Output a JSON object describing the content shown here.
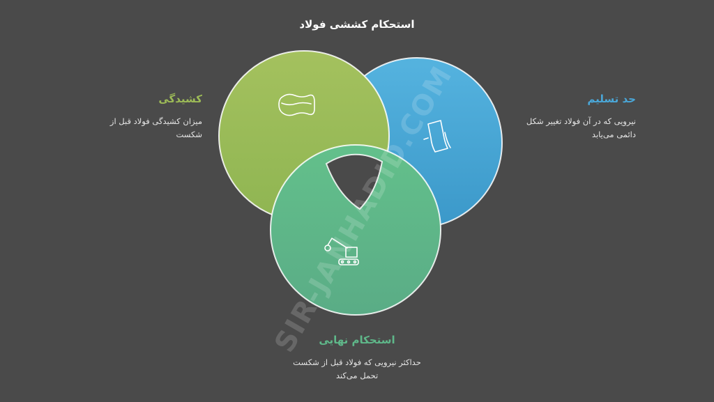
{
  "title": "استحکام کششی فولاد",
  "colors": {
    "background": "#4a4a4a",
    "elongation": "#9dbb57",
    "yield": "#4aa7d8",
    "ultimate": "#5fb88a"
  },
  "sections": {
    "elongation": {
      "heading": "کشیدگی",
      "text": "میزان کشیدگی فولاد قبل از شکست",
      "icon": "stretch-icon"
    },
    "yield": {
      "heading": "حد تسلیم",
      "text": "نیرویی که در آن فولاد تغییر شکل دائمی می‌یابد",
      "icon": "bending-sheet-icon"
    },
    "ultimate": {
      "heading": "استحکام نهایی",
      "text": "حداکثر نیرویی که فولاد قبل از شکست تحمل می‌کند",
      "icon": "crane-icon"
    }
  },
  "watermark": "SIR-JANHADID.COM"
}
